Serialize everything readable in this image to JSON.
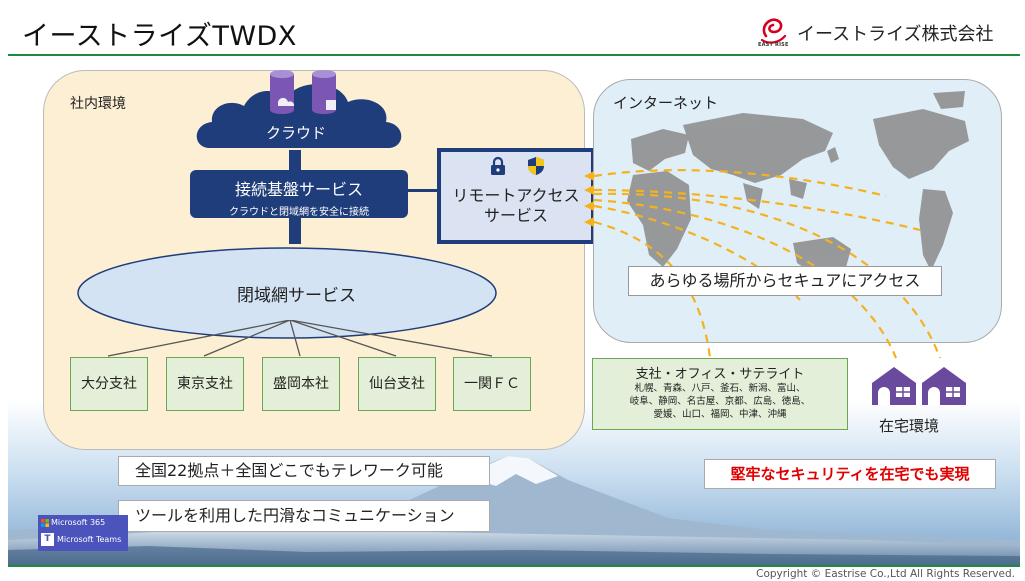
{
  "header": {
    "title": "イーストライズTWDX",
    "company": "イーストライズ株式会社",
    "logo_sub": "EAST RISE"
  },
  "intranet": {
    "label": "社内環境",
    "cloud": "クラウド",
    "base_service_title": "接続基盤サービス",
    "base_service_sub": "クラウドと閉域網を安全に接続",
    "remote_access": "リモートアクセス\nサービス",
    "closed_network": "閉域網サービス",
    "branches": [
      "大分支社",
      "東京支社",
      "盛岡本社",
      "仙台支社",
      "一関ＦＣ"
    ]
  },
  "internet": {
    "label": "インターネット",
    "access": "あらゆる場所からセキュアにアクセス"
  },
  "satellite": {
    "title": "支社・オフィス・サテライト",
    "lines": [
      "札幌、青森、八戸、釜石、新潟、富山、",
      "岐阜、静岡、名古屋、京都、広島、徳島、",
      "愛媛、山口、福岡、中津、沖縄"
    ]
  },
  "home": {
    "label": "在宅環境"
  },
  "notes": {
    "nationwide": "全国22拠点＋全国どこでもテレワーク可能",
    "communication": "ツールを利用した円滑なコミュニケーション",
    "security": "堅牢なセキュリティを在宅でも実現"
  },
  "badge": {
    "ms365": "Microsoft 365",
    "teams": "Microsoft Teams"
  },
  "footer": {
    "copyright": "Copyright © Eastrise Co.,Ltd All Rights Reserved."
  },
  "colors": {
    "accent_green": "#1f8a3b",
    "navy": "#1f3d7a",
    "cloud_purple": "#6a4a9c",
    "route_orange": "#f5b21f",
    "security_red": "#e00000"
  }
}
